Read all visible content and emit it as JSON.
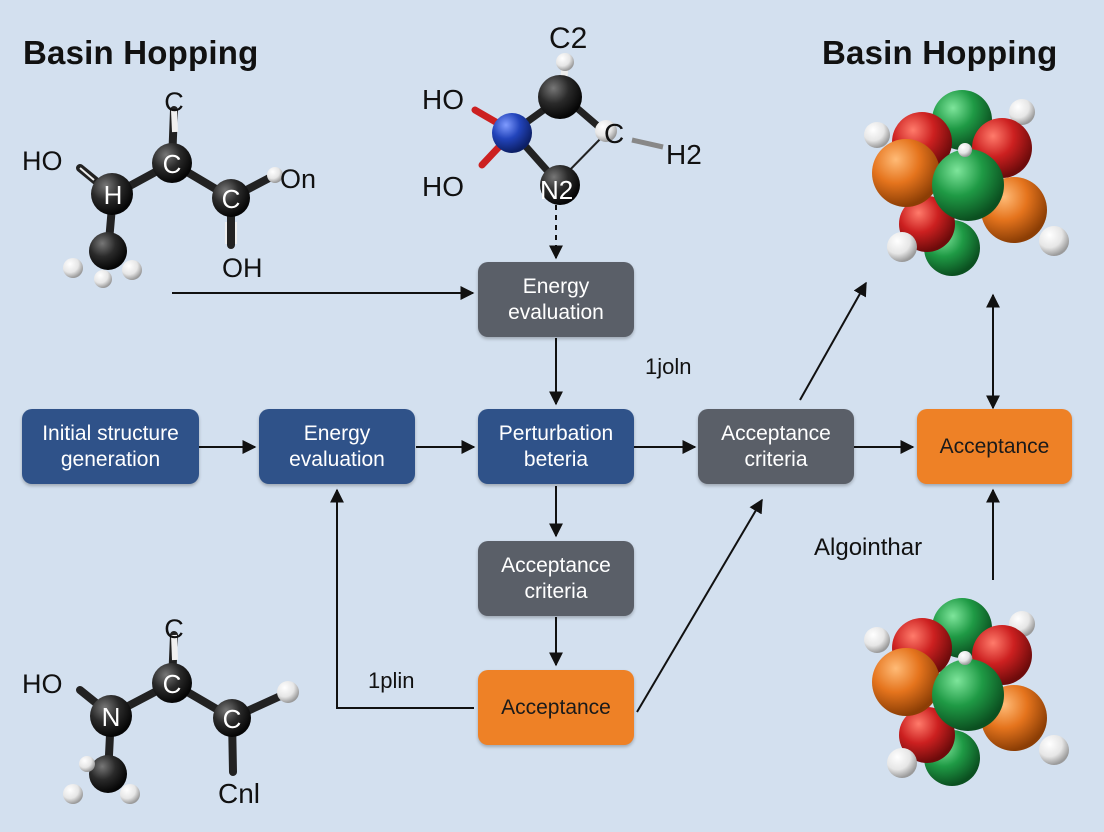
{
  "titles": {
    "left": "Basin Hopping",
    "right": "Basin Hopping"
  },
  "boxes": {
    "initial": "Initial structure\ngeneration",
    "energy_mid": "Energy\nevaluation",
    "energy_top": "Energy\nevaluation",
    "perturbation": "Perturbation\nbeteria",
    "acceptance_criteria_mid": "Acceptance\ncriteria",
    "acceptance_criteria_right": "Acceptance\ncriteria",
    "acceptance_bottom": "Acceptance",
    "acceptance_right": "Acceptance"
  },
  "labels": {
    "join": "1joln",
    "plin": "1plin",
    "algorithm": "Algointhar"
  },
  "molecule1": {
    "top": "C",
    "left": "HO",
    "center_h": "H",
    "mid": "C",
    "right_c": "C",
    "right": "On",
    "bottom": "OH"
  },
  "molecule2": {
    "top": "C2",
    "ho1": "HO",
    "ho2": "HO",
    "c": "C",
    "h2": "H2",
    "n": "N2"
  },
  "molecule3": {
    "top": "C",
    "left": "HO",
    "n": "N",
    "mid": "C",
    "right_c": "C",
    "bottom": "Cnl"
  },
  "colors": {
    "background": "#d3e0ef",
    "box_gray": "#5a5f68",
    "box_blue": "#2f5289",
    "box_orange": "#ee8126",
    "atom_red": "#cc2020",
    "atom_green": "#1f9a45",
    "atom_orange": "#e5741d",
    "atom_white": "#f2f2f2",
    "atom_black": "#1c1c1c",
    "atom_blue": "#2244bb"
  }
}
